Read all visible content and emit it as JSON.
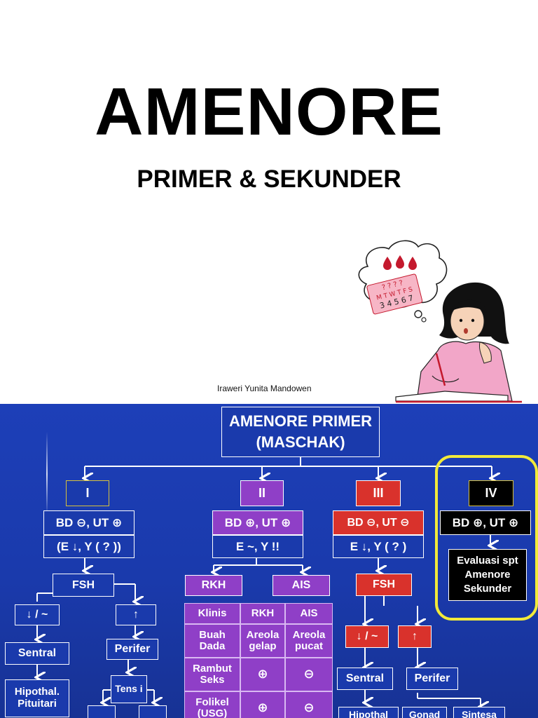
{
  "slide1": {
    "title": "AMENORE",
    "subtitle": "PRIMER & SEKUNDER",
    "author": "Iraweri Yunita Mandowen",
    "thought_bubble": {
      "line1": "? ? ? ?",
      "line2": "M T W T F S",
      "line3": "3 4 5 6 7"
    }
  },
  "slide2": {
    "title_line1": "AMENORE PRIMER",
    "title_line2": "(MASCHAK)",
    "branches": {
      "I": {
        "label": "I",
        "row1": "BD ⊖, UT ⊕",
        "row2": "(E ↓, Y ( ? ))",
        "fsh": "FSH",
        "low": "↓ / ~",
        "high": "↑",
        "central": "Sentral",
        "perifer": "Perifer",
        "hypo": "Hipothal. Pituitari",
        "tens": "Tens i"
      },
      "II": {
        "label": "II",
        "row1": "BD ⊕, UT ⊕",
        "row2": "E ~, Y !!",
        "rkh": "RKH",
        "ais": "AIS"
      },
      "III": {
        "label": "III",
        "row1": "BD ⊖, UT ⊖",
        "row2": "E ↓, Y ( ? )",
        "fsh": "FSH",
        "low": "↓ / ~",
        "high": "↑",
        "central": "Sentral",
        "perifer": "Perifer",
        "sub1": "Hipothal",
        "sub2": "Gonad",
        "sub3": "Sintesa"
      },
      "IV": {
        "label": "IV",
        "row1": "BD ⊕, UT ⊕",
        "eval": "Evaluasi spt Amenore Sekunder"
      }
    },
    "table": {
      "headers": [
        "Klinis",
        "RKH",
        "AIS"
      ],
      "rows": [
        [
          "Buah Dada",
          "Areola gelap",
          "Areola pucat"
        ],
        [
          "Rambut Seks",
          "⊕",
          "⊖"
        ],
        [
          "Folikel (USG)",
          "⊕",
          "⊖"
        ]
      ]
    }
  },
  "colors": {
    "background_blue": "#1a3aac",
    "purple": "#8f3fc7",
    "red": "#d9322c",
    "yellow_highlight": "#f2ea3a"
  }
}
